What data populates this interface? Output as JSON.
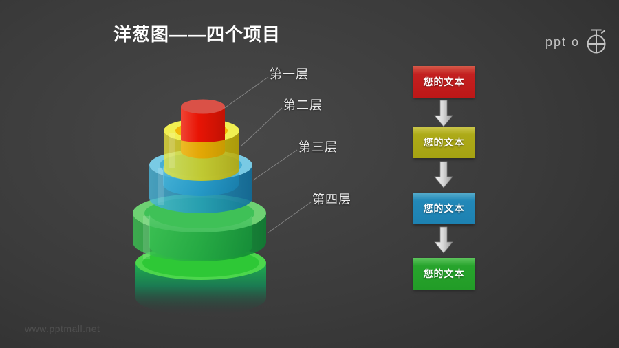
{
  "title": "洋葱图——四个项目",
  "logo": {
    "text": "ppt o",
    "icon": "stopwatch-logo-icon"
  },
  "watermark": "www.pptmall.net",
  "diagram": {
    "type": "onion-stacked-cylinders",
    "layers": [
      {
        "label": "第一层",
        "color": "#e51505"
      },
      {
        "label": "第二层",
        "color": "#e8d70a"
      },
      {
        "label": "第三层",
        "color": "#2a9fd0"
      },
      {
        "label": "第四层",
        "color": "#2db84b"
      }
    ]
  },
  "flow": {
    "items": [
      {
        "label": "您的文本",
        "color": "#c32020"
      },
      {
        "label": "您的文本",
        "color": "#adaa18"
      },
      {
        "label": "您的文本",
        "color": "#2288b8"
      },
      {
        "label": "您的文本",
        "color": "#27a42c"
      }
    ],
    "arrow_color": "#d8d8d8"
  }
}
